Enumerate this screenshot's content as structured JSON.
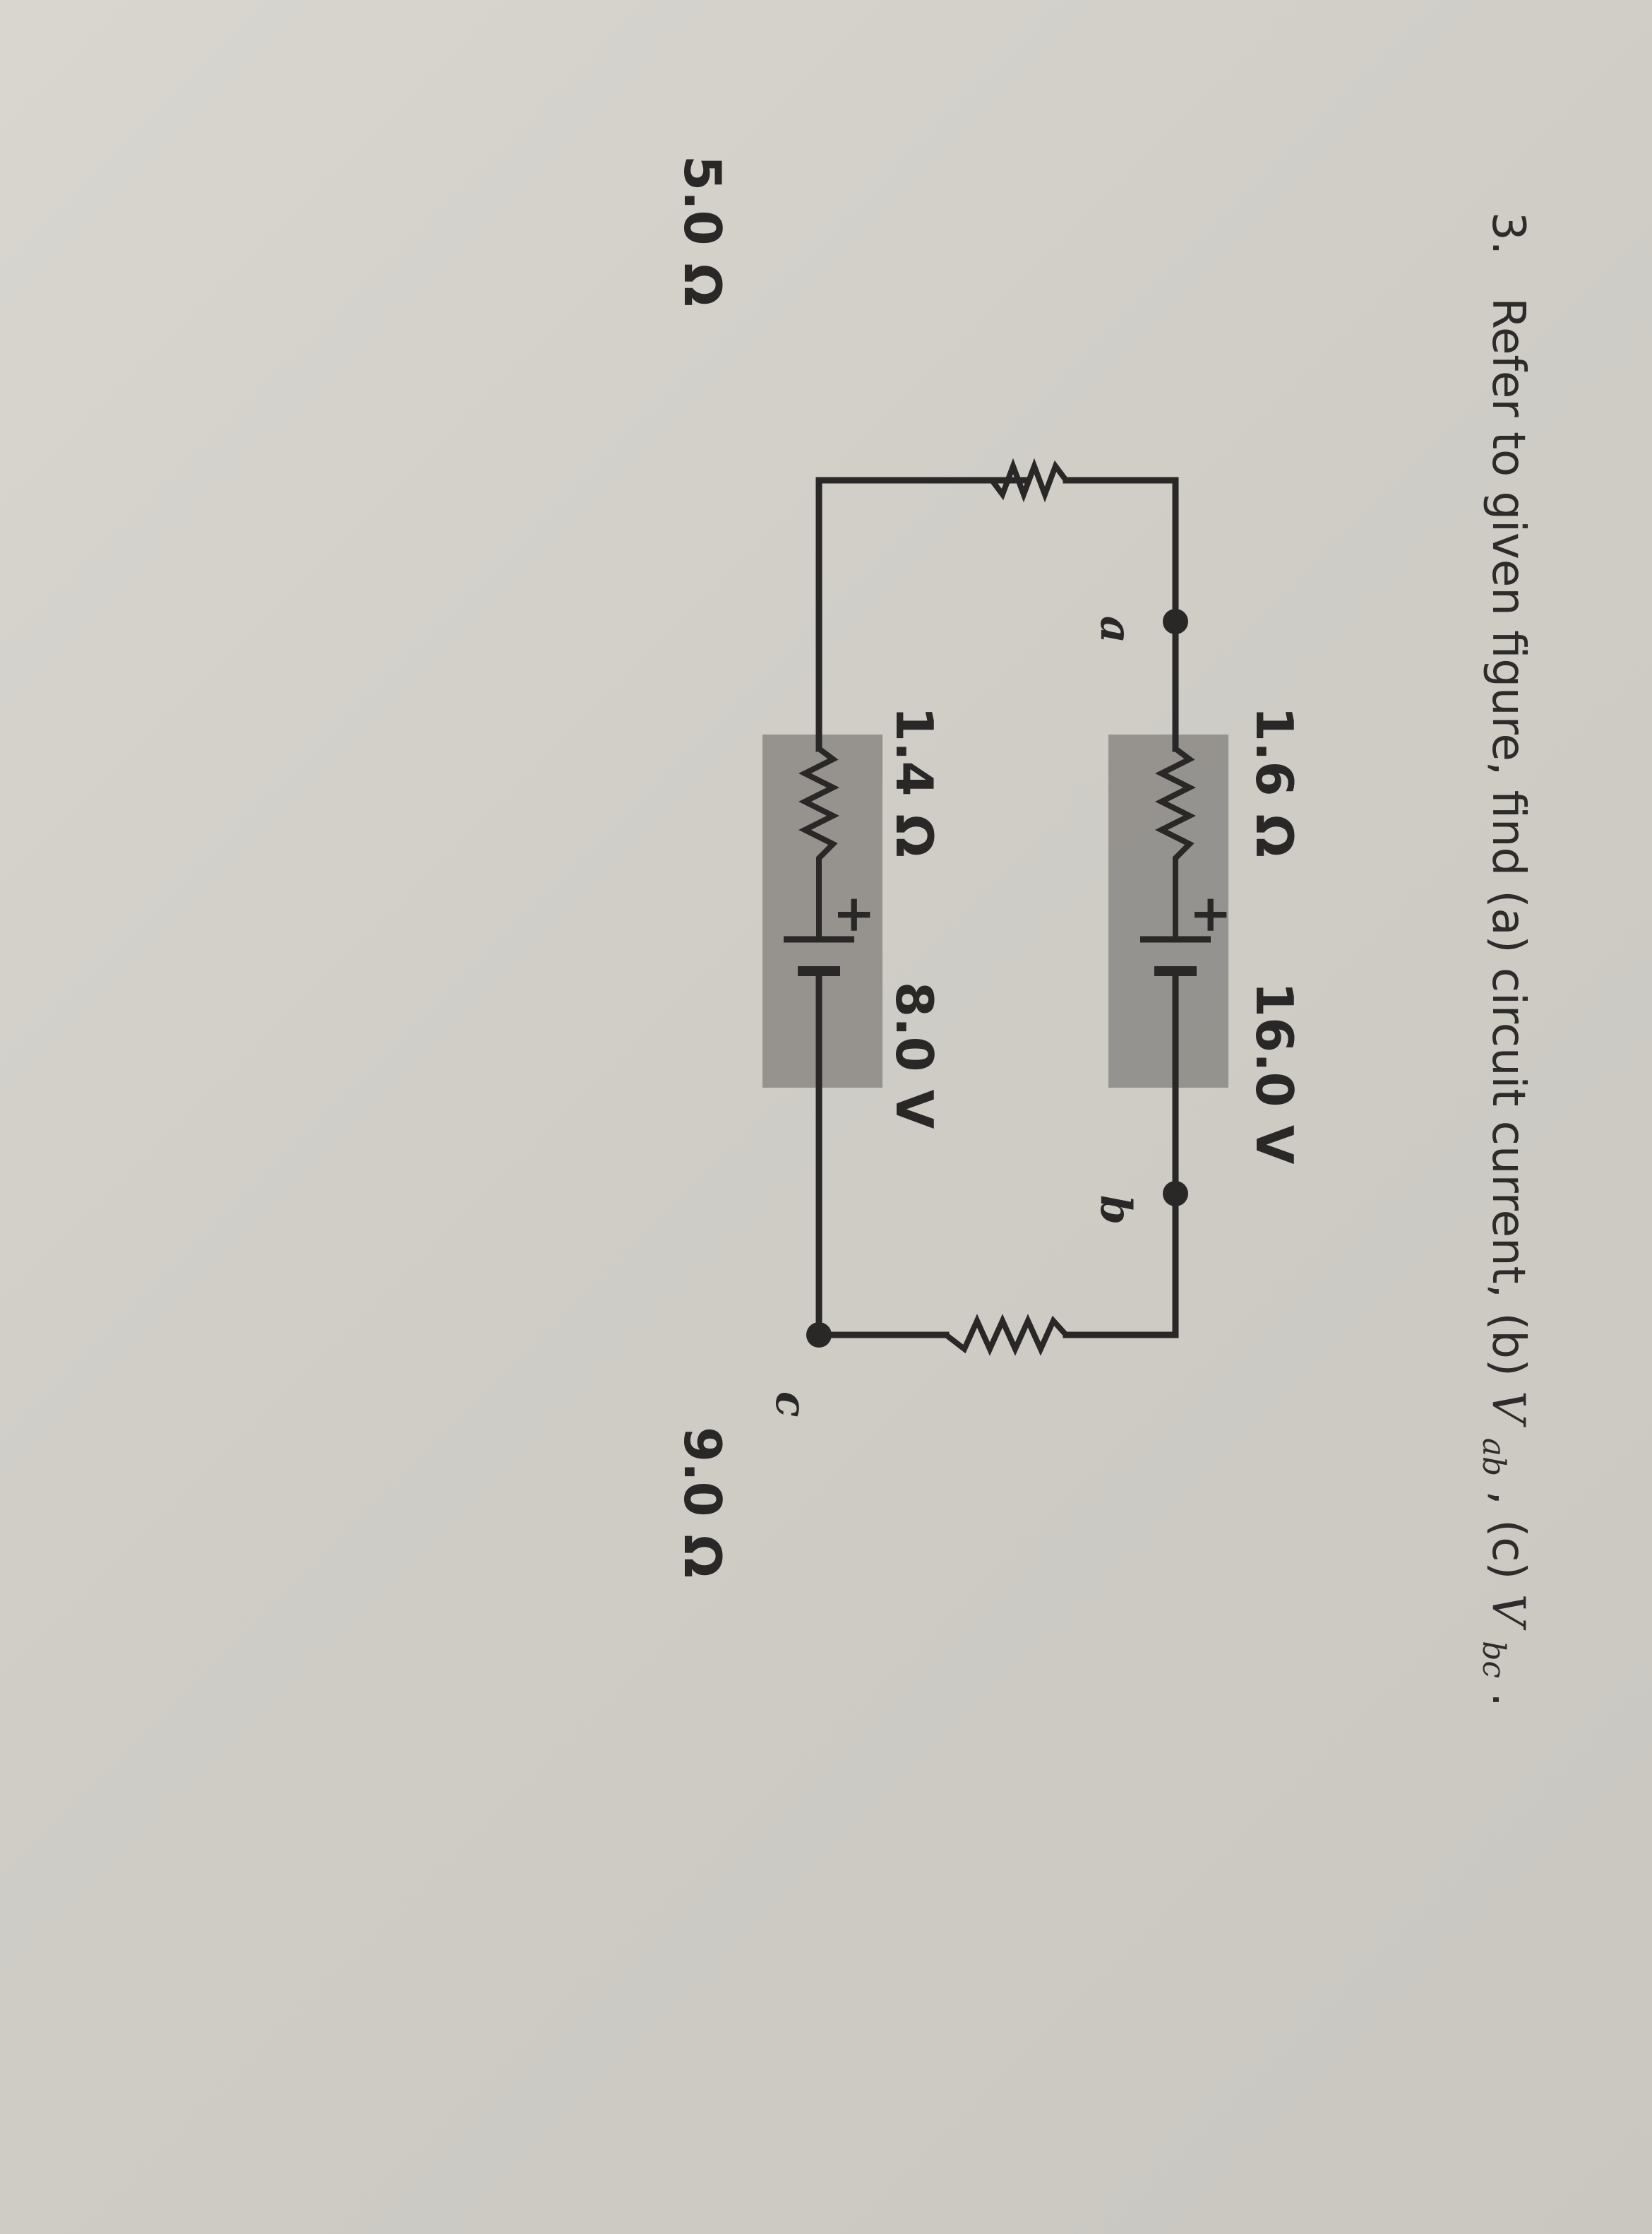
{
  "question": {
    "number": "3.",
    "text_before": "Refer to given figure, find (a) circuit current, (b) ",
    "vab_main": "V",
    "vab_sub": "ab",
    "text_middle": ", (c) ",
    "vbc_main": "V",
    "vbc_sub": "bc",
    "text_end": "."
  },
  "circuit": {
    "top_branch_resistance": "1.6 Ω",
    "top_branch_emf": "16.0 V",
    "bottom_branch_resistance": "1.4 Ω",
    "bottom_branch_emf": "8.0 V",
    "left_resistor": "5.0 Ω",
    "right_resistor": "9.0 Ω",
    "node_a": "a",
    "node_b": "b",
    "node_c": "c"
  }
}
